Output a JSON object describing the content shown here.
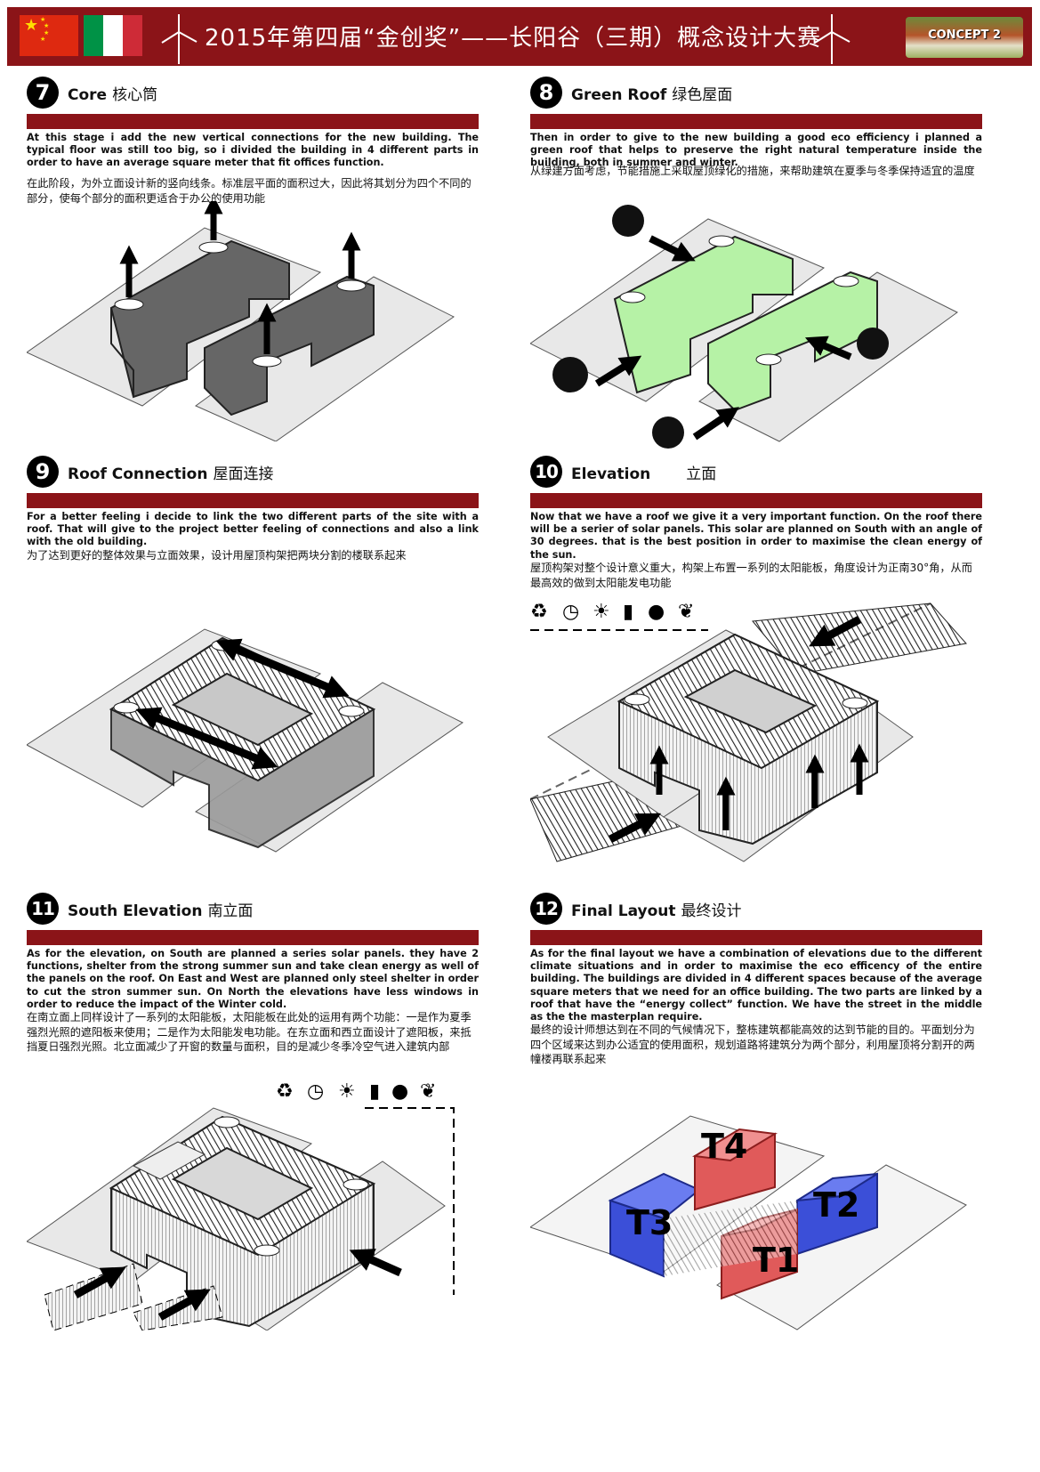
{
  "header": {
    "title": "2015年第四届“金创奖”——长阳谷（三期）概念设计大赛",
    "badge": "CONCEPT 2"
  },
  "colors": {
    "brand": "#8b1418",
    "green_roof": "#b6f2a6",
    "tower_red": "#e05a5a",
    "tower_blue": "#3b4fd8"
  },
  "icons": [
    "recycle-icon",
    "clock-icon",
    "bulb-icon",
    "battery-icon",
    "globe-icon",
    "plug-leaf-icon"
  ],
  "panels": [
    {
      "num": "7",
      "title": "Core",
      "title_zh": "核心筒",
      "en": "At this stage i add the new vertical connections for the new building. The typical floor was still too big, so i divided the building in 4 different parts in order to have an average square meter that fit offices function.",
      "zh": "在此阶段，为外立面设计新的竖向线条。标准层平面的面积过大，因此将其划分为四个不同的部分，使每个部分的面积更适合于办公的使用功能"
    },
    {
      "num": "8",
      "title": "Green Roof",
      "title_zh": "绿色屋面",
      "en": "Then in order to give to the new building a good eco efficiency i planned a green roof that helps to preserve the right natural temperature inside the building, both in summer and winter.",
      "zh": "从绿建方面考虑，节能措施上采取屋顶绿化的措施，来帮助建筑在夏季与冬季保持适宜的温度"
    },
    {
      "num": "9",
      "title": "Roof Connection",
      "title_zh": "屋面连接",
      "en": "For a better feeling i decide to link the two different parts of the site with a roof. That will give to the project better feeling of connections and also a link with the old building.",
      "zh": "为了达到更好的整体效果与立面效果，设计用屋顶构架把两块分割的楼联系起来"
    },
    {
      "num": "10",
      "title": "Elevation",
      "title_zh": "立面",
      "en": "Now that we have a roof we give it a very important function. On the roof there will be a serier of solar panels. This solar are planned on South with an angle of 30 degrees. that is the best position in order to maximise the clean energy of the sun.",
      "zh": "屋顶构架对整个设计意义重大，构架上布置一系列的太阳能板，角度设计为正南30°角，从而最高效的做到太阳能发电功能"
    },
    {
      "num": "11",
      "title": "South Elevation",
      "title_zh": "南立面",
      "en": "As for the elevation, on South are planned a series solar panels. they have 2 functions, shelter from the strong summer sun and take clean energy as well of the panels on the roof. On East and West are planned only steel shelter in order to cut the stron summer sun. On North the elevations have less windows in order to reduce the impact of the Winter cold.",
      "zh": "在南立面上同样设计了一系列的太阳能板，太阳能板在此处的运用有两个功能：一是作为夏季强烈光照的遮阳板来使用；二是作为太阳能发电功能。在东立面和西立面设计了遮阳板，来抵挡夏日强烈光照。北立面减少了开窗的数量与面积，目的是减少冬季冷空气进入建筑内部"
    },
    {
      "num": "12",
      "title": "Final Layout",
      "title_zh": "最终设计",
      "en": "As for the final layout we have a combination of elevations due to the different climate situations and in order to maximise the eco efficency of the entire building. The buildings are divided in 4 different spaces because of the average square meters that we need for an office building. The two parts are linked by a roof that have the “energy collect” function. We have the street in the middle as the the masterplan require.",
      "zh": "最终的设计师想达到在不同的气候情况下，整栋建筑都能高效的达到节能的目的。平面划分为四个区域来达到办公适宜的使用面积，规划道路将建筑分为两个部分，利用屋顶将分割开的两幢楼再联系起来",
      "towers": [
        "T4",
        "T3",
        "T2",
        "T1"
      ]
    }
  ]
}
